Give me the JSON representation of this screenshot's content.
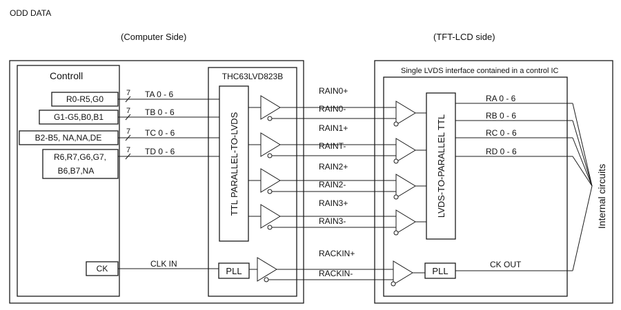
{
  "diagram": {
    "title": "ODD DATA",
    "computer_side_label": "(Computer  Side)",
    "tft_side_label": "(TFT-LCD side)",
    "controller_label": "Controll",
    "transmitter_label": "THC63LVD823B",
    "ttl_to_lvds_label": "TTL PARALLEL-TO-LVDS",
    "lvds_interface_label": "Single LVDS interface contained in a control IC",
    "lvds_to_ttl_label": "LVDS-TO-PARALLEL TTL",
    "internal_circuits_label": "Internal circuits",
    "tx_pll_label": "PLL",
    "rx_pll_label": "PLL",
    "ck_label": "CK",
    "clk_in_label": "CLK IN",
    "ck_out_label": "CK OUT",
    "bus_width": "7",
    "data_groups": [
      {
        "signals": "R0-R5,G0",
        "bus": "TA 0 - 6"
      },
      {
        "signals": "G1-G5,B0,B1",
        "bus": "TB 0 - 6"
      },
      {
        "signals": "B2-B5, NA,NA,DE",
        "bus": "TC 0 - 6"
      },
      {
        "signals_line1": "R6,R7,G6,G7,",
        "signals_line2": "B6,B7,NA",
        "bus": "TD 0 - 6"
      }
    ],
    "lvds_pairs": [
      {
        "pos": "RAIN0+",
        "neg": "RAIN0-"
      },
      {
        "pos": "RAIN1+",
        "neg": "RAINT-"
      },
      {
        "pos": "RAIN2+",
        "neg": "RAIN2-"
      },
      {
        "pos": "RAIN3+",
        "neg": "RAIN3-"
      }
    ],
    "clock_pair": {
      "pos": "RACKIN+",
      "neg": "RACKIN-"
    },
    "rx_outputs": [
      "RA 0 - 6",
      "RB 0 - 6",
      "RC 0 - 6",
      "RD 0 - 6"
    ]
  }
}
